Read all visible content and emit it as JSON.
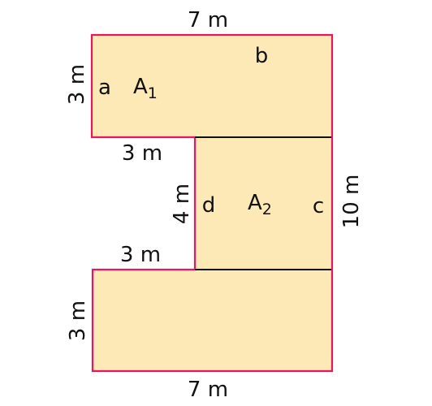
{
  "colors": {
    "fill": "#fde9b6",
    "outline": "#e8175d",
    "divider": "#111111"
  },
  "dimensions": {
    "top": "7 m",
    "left_top": "3 m",
    "inner_top": "3 m",
    "inner_side": "4 m",
    "inner_bottom": "3 m",
    "left_bottom": "3 m",
    "bottom": "7 m",
    "right": "10 m"
  },
  "labels": {
    "a": "a",
    "b": "b",
    "c": "c",
    "d": "d",
    "area1_main": "A",
    "area1_sub": "1",
    "area2_main": "A",
    "area2_sub": "2"
  }
}
